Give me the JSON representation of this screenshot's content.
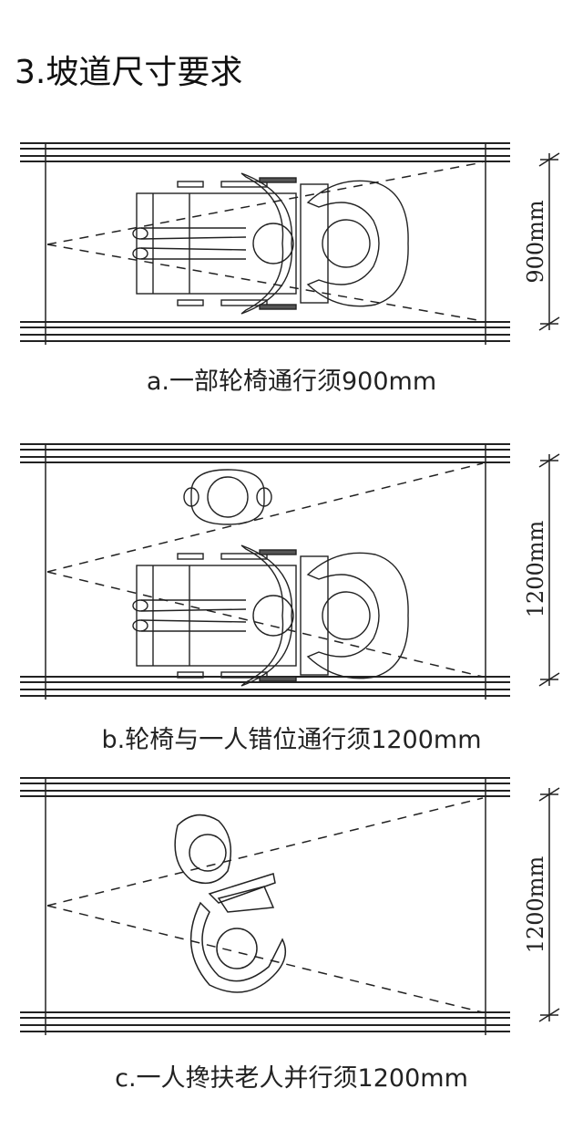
{
  "title": "3.坡道尺寸要求",
  "panels": [
    {
      "caption": "a.一部轮椅通行须900mm",
      "dimension": "900mm"
    },
    {
      "caption": "b.轮椅与一人错位通行须1200mm",
      "dimension": "1200mm"
    },
    {
      "caption": "c.一人搀扶老人并行须1200mm",
      "dimension": "1200mm"
    }
  ]
}
